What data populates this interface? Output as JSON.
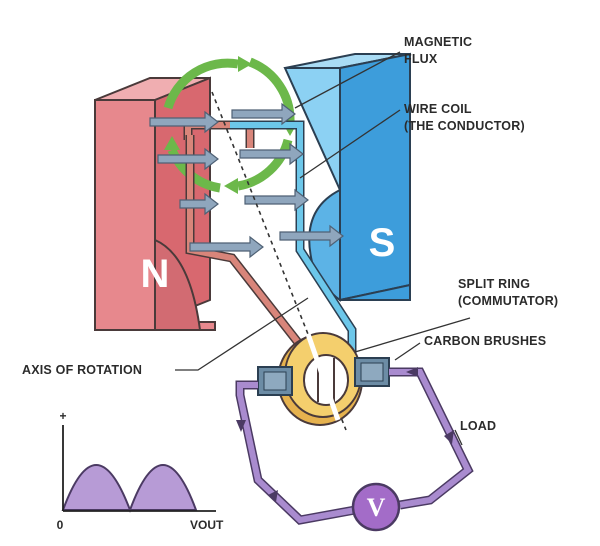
{
  "labels": {
    "magnetic_flux": [
      "MAGNETIC",
      "FLUX"
    ],
    "wire_coil": [
      "WIRE COIL",
      "(THE CONDUCTOR)"
    ],
    "split_ring": [
      "SPLIT RING",
      "(COMMUTATOR)"
    ],
    "carbon_brushes": "CARBON BRUSHES",
    "axis_of_rotation": "AXIS OF ROTATION",
    "load": "LOAD"
  },
  "magnet": {
    "north": "N",
    "south": "S"
  },
  "meter": {
    "symbol": "V"
  },
  "graph": {
    "y_plus": "+",
    "origin": "0",
    "x_label": "VOUT"
  },
  "colors": {
    "north_pole": "#e17f84",
    "south_pole": "#52aee4",
    "flux_arrow": "#7f95ad",
    "rotation_arrow": "#6cb84a",
    "coil_red": "#d8857a",
    "coil_blue": "#6cc7ea",
    "commutator": "#f2c965",
    "brush": "#6c8ca5",
    "circuit": "#9d7cc4",
    "waveform": "#a98bc9"
  }
}
